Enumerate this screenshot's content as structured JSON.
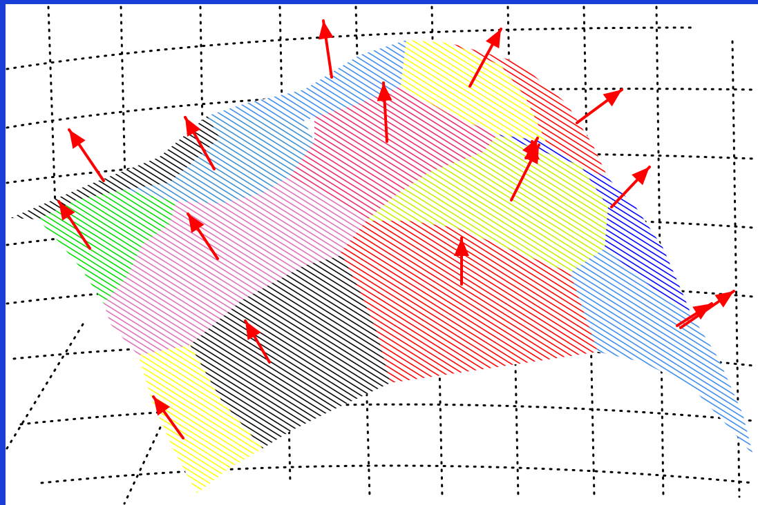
{
  "figure": {
    "kind": "segmented 3D surface with surface normal arrows",
    "colors": {
      "frame": "#1a3fd6",
      "background": "#ffffff",
      "grid": "#000000",
      "arrow": "#ff0000"
    },
    "patches": [
      {
        "id": "black-top-left",
        "color": "#000000"
      },
      {
        "id": "steelblue-upper",
        "color": "#3b8fd6"
      },
      {
        "id": "blue-top",
        "color": "#3d8cf0"
      },
      {
        "id": "yellow-top",
        "color": "#ffff00"
      },
      {
        "id": "red-top-right",
        "color": "#ff0000"
      },
      {
        "id": "green-left",
        "color": "#00e000"
      },
      {
        "id": "pink-middle",
        "color": "#e070b8"
      },
      {
        "id": "crimson-middle",
        "color": "#ee2a6a"
      },
      {
        "id": "lime-right",
        "color": "#c8f000"
      },
      {
        "id": "darkblue-right",
        "color": "#0000ff"
      },
      {
        "id": "lightblue-right",
        "color": "#3d8cf0"
      },
      {
        "id": "red-lower",
        "color": "#ff0000"
      },
      {
        "id": "black-lower",
        "color": "#000000"
      },
      {
        "id": "yellow-bottom",
        "color": "#ffff00"
      }
    ],
    "normal_arrow_count": 17
  }
}
